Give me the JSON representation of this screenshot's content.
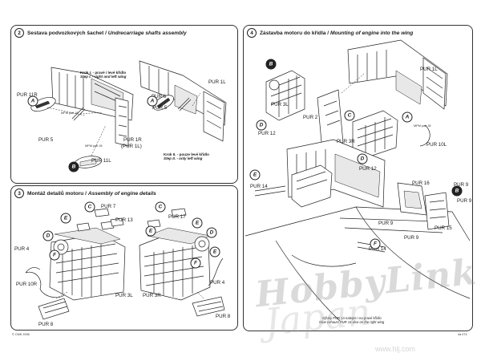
{
  "sections": {
    "s2": {
      "number": "2",
      "title_cz": "Sestava podvozkových šachet /",
      "title_en": "Undrecarriage shafts assembly",
      "step1_cz": "Krok I. - pravé i levé křídlo",
      "step1_en": "Step I. - right and left wing",
      "step2_cz": "Krok II. - pouze levé křídlo",
      "step2_en": "Step II. - only left wing",
      "labels": {
        "pur11r": "PUR 11R",
        "pur5": "PUR 5",
        "pur11l": "PUR 11L",
        "pur1r": "PUR 1R",
        "pur1l_paren": "(PUR 1L)",
        "pur1l": "PUR 1L",
        "pur6": "PUR 6",
        "pur5b": "PUR 5",
        "mpm1": "MPM part J8",
        "mpm2": "MPM part J8"
      },
      "callouts": {
        "a1": "A",
        "a2": "A",
        "b": "B"
      }
    },
    "s3": {
      "number": "3",
      "title_cz": "Montáž detailů motoru /",
      "title_en": "Assembly of engine details",
      "labels": {
        "pur7": "PUR 7",
        "pur13": "PUR 13",
        "pur17": "PUR 17",
        "pur4a": "PUR 4",
        "pur4b": "PUR 4",
        "pur10r": "PUR 10R",
        "pur8a": "PUR 8",
        "pur8b": "PUR 8",
        "pur3l": "PUR 3L",
        "pur3r": "PUR 3R"
      },
      "callouts": {
        "c1": "C",
        "c2": "C",
        "d1": "D",
        "d2": "D",
        "e1": "E",
        "e2": "E",
        "e3": "E",
        "e4": "E",
        "f1": "F",
        "f2": "F"
      }
    },
    "s4": {
      "number": "4",
      "title_cz": "Zástavba motoru do křídla /",
      "title_en": "Mounting of engine into the wing",
      "labels": {
        "pur1l": "PUR 1L",
        "pur3l": "PUR 3L",
        "pur2": "PUR 2",
        "pur3r": "PUR 3R",
        "pur10l": "PUR 10L",
        "pur12a": "PUR 12",
        "pur12b": "PUR 12",
        "pur14a": "PUR 14",
        "pur14b": "PUR 14",
        "pur16": "PUR 16",
        "pur9a": "PUR 9",
        "pur9b": "PUR 9",
        "pur9c": "PUR 9",
        "pur9d": "PUR 9",
        "pur15": "PUR 15",
        "mpm": "MPM part J8"
      },
      "note_cz": "Výfuky PUR 14 nalepte i na pravé křídlo",
      "note_en": "Glue exhaust PUR 14 also on the right wing",
      "callouts": {
        "a": "A",
        "b1": "B",
        "b2": "B",
        "c": "C",
        "d1": "D",
        "d2": "D",
        "e": "E",
        "f": "F"
      }
    }
  },
  "footer": {
    "left": "© CMK 2006",
    "right": "4a 074"
  },
  "watermark": {
    "main": "HobbyLink",
    "sub": "Japan",
    "url": "www.hlj.com"
  }
}
